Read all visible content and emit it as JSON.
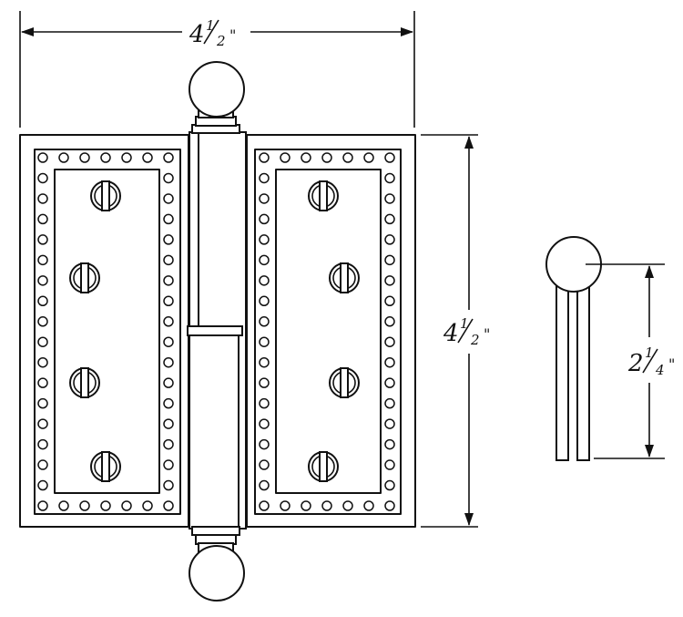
{
  "dimensions": {
    "top_width": {
      "whole": "4",
      "num": "1",
      "den": "2",
      "unit": "\""
    },
    "right_height": {
      "whole": "4",
      "num": "1",
      "den": "2",
      "unit": "\""
    },
    "tip_height": {
      "whole": "2",
      "num": "1",
      "den": "4",
      "unit": "\""
    }
  },
  "leaves": [
    {
      "name": "left-leaf",
      "screws": 4
    },
    {
      "name": "right-leaf",
      "screws": 4
    }
  ],
  "finials": [
    "top-ball-finial",
    "bottom-ball-finial"
  ],
  "colors": {
    "line": "#111111",
    "background": "#ffffff"
  }
}
